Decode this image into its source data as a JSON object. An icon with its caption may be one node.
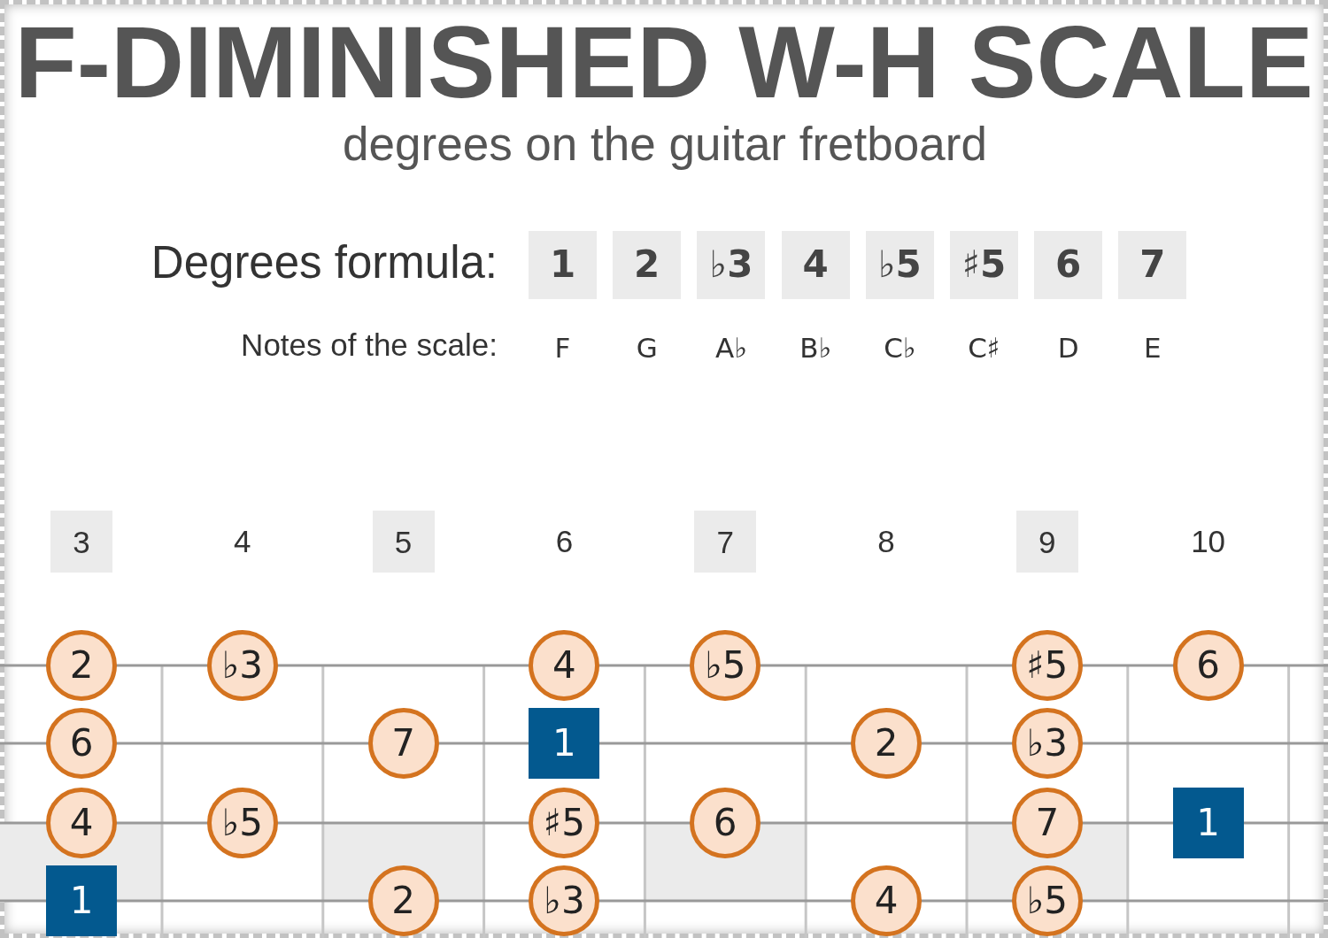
{
  "diagram": {
    "title": "F-DIMINISHED W-H SCALE",
    "nodes": [
      {
        "text": [
          "1"
        ]
      },
      {
        "text": [
          "2"
        ]
      },
      {
        "text": [
          "♭3"
        ]
      },
      {
        "text": [
          "4"
        ]
      },
      {
        "text": [
          "♭5"
        ]
      },
      {
        "text": [
          "♯5"
        ]
      },
      {
        "text": [
          "6"
        ]
      },
      {
        "text": [
          "7"
        ]
      },
      {
        "text": [
          "3"
        ]
      },
      {
        "text": [
          "5"
        ]
      },
      {
        "text": [
          "7"
        ]
      },
      {
        "text": [
          "9"
        ]
      },
      {
        "text": [
          "2"
        ]
      },
      {
        "text": [
          "♭3"
        ]
      },
      {
        "text": [
          "4"
        ]
      },
      {
        "text": [
          "♭5"
        ]
      },
      {
        "text": [
          "♯5"
        ]
      },
      {
        "text": [
          "6"
        ]
      },
      {
        "text": [
          "6"
        ]
      },
      {
        "text": [
          "7"
        ]
      },
      {
        "text": [
          "1"
        ]
      },
      {
        "text": [
          "2"
        ]
      },
      {
        "text": [
          "♭3"
        ]
      },
      {
        "text": [
          "4"
        ]
      },
      {
        "text": [
          "♭5"
        ]
      },
      {
        "text": [
          "♯5"
        ]
      },
      {
        "text": [
          "6"
        ]
      },
      {
        "text": [
          "7"
        ]
      },
      {
        "text": [
          "1"
        ]
      },
      {
        "text": [
          "1"
        ]
      },
      {
        "text": [
          "2"
        ]
      },
      {
        "text": [
          "♭3"
        ]
      },
      {
        "text": [
          "4"
        ]
      },
      {
        "text": [
          "♭5"
        ]
      }
    ],
    "labels": [
      "degrees on the guitar fretboard",
      "Degrees formula:",
      "Notes of the scale:",
      "F",
      "G",
      "A♭",
      "B♭",
      "C♭",
      "C♯",
      "D",
      "E",
      "4",
      "6",
      "8",
      "10"
    ]
  }
}
